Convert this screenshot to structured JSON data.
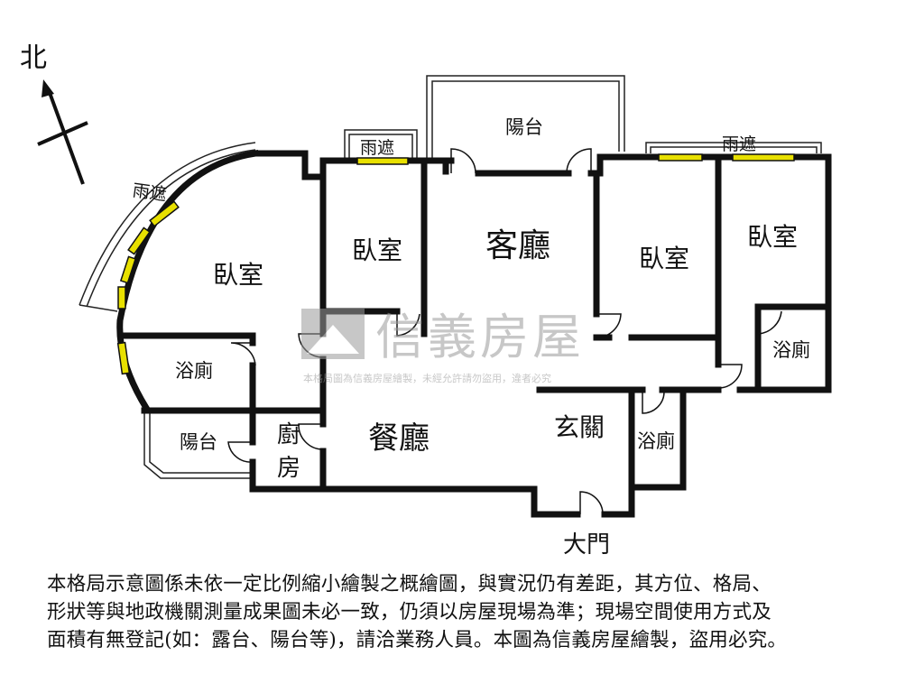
{
  "compass": {
    "label": "北"
  },
  "rooms": {
    "bedroom_west": "臥室",
    "bedroom_center": "臥室",
    "bedroom_east1": "臥室",
    "bedroom_east2": "臥室",
    "living": "客廳",
    "dining": "餐廳",
    "kitchen_line1": "廚",
    "kitchen_line2": "房",
    "foyer": "玄關",
    "bath_west": "浴廁",
    "bath_east": "浴廁",
    "bath_center": "浴廁",
    "balcony_top": "陽台",
    "balcony_west": "陽台",
    "canopy_top": "雨遮",
    "canopy_arc": "雨遮",
    "canopy_right": "雨遮",
    "main_door": "大門"
  },
  "watermark": {
    "brand": "信義房屋",
    "notice": "本格局圖為信義房屋繪製，未經允許請勿盜用，違者必究"
  },
  "disclaimer": {
    "lines": [
      "本格局示意圖係未依一定比例縮小繪製之概繪圖，與實況仍有差距，其方位、格局、",
      "形狀等與地政機關測量成果圖未必一致，仍須以房屋現場為準；現場空間使用方式及",
      "面積有無登記(如：露台、陽台等)，請洽業務人員。本圖為信義房屋繪製，盜用必究。"
    ]
  },
  "colors": {
    "wall": "#111111",
    "window": "#e8e000",
    "watermark": "#b4b4b4",
    "background": "#ffffff"
  }
}
